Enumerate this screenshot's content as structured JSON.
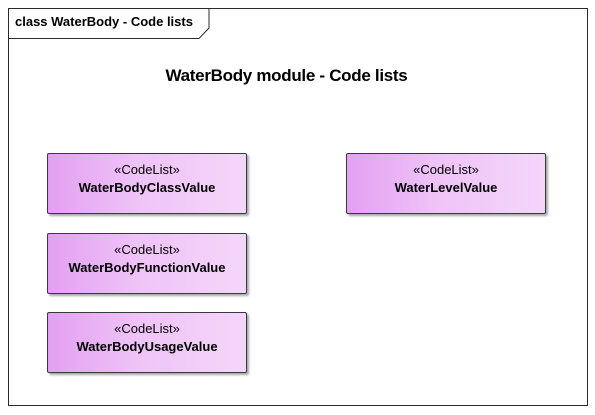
{
  "frame": {
    "title": "class WaterBody - Code lists"
  },
  "diagram": {
    "title": "WaterBody module - Code lists"
  },
  "classes": [
    {
      "stereotype": "«CodeList»",
      "name": "WaterBodyClassValue"
    },
    {
      "stereotype": "«CodeList»",
      "name": "WaterBodyFunctionValue"
    },
    {
      "stereotype": "«CodeList»",
      "name": "WaterBodyUsageValue"
    },
    {
      "stereotype": "«CodeList»",
      "name": "WaterLevelValue"
    }
  ],
  "colors": {
    "class_fill_start": "#e3a0f2",
    "class_fill_end": "#f4d6fa",
    "border": "#2b2b2b"
  }
}
